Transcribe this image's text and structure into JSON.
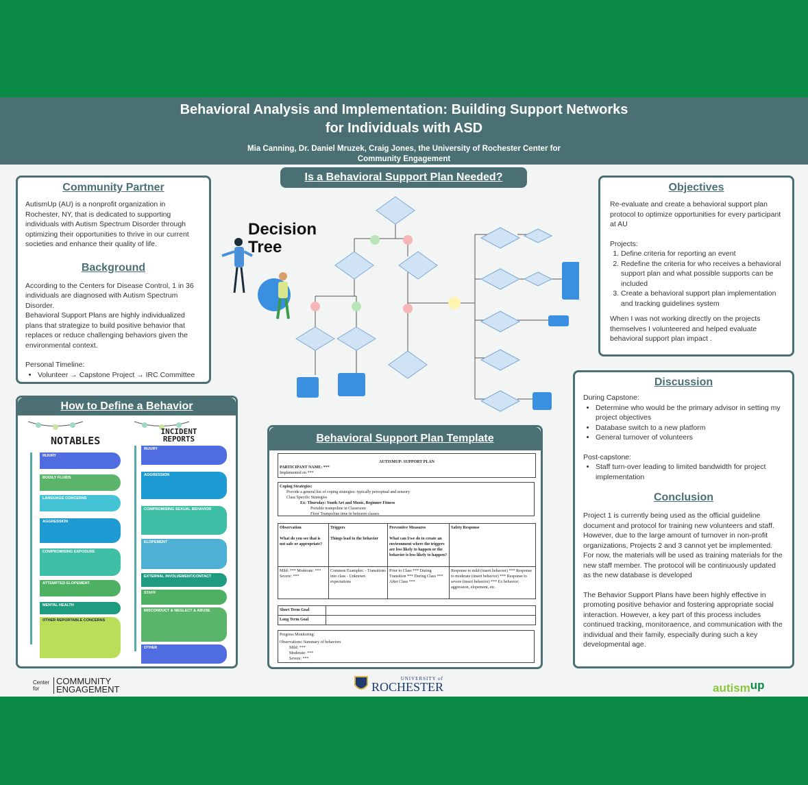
{
  "header": {
    "title_line1": "Behavioral Analysis and Implementation: Building Support Networks",
    "title_line2": "for Individuals with ASD",
    "authors_line1": "Mia Canning, Dr. Daniel Mruzek, Craig Jones, the University of Rochester Center for",
    "authors_line2": "Community Engagement"
  },
  "community": {
    "title": "Community Partner",
    "body": "AutismUp (AU) is a nonprofit organization in Rochester, NY, that is dedicated to supporting individuals with Autism Spectrum Disorder through optimizing their opportunities to thrive in our current societies and enhance their quality of life."
  },
  "background": {
    "title": "Background",
    "p1": "According to the Centers for Disease Control, 1 in 36 individuals are diagnosed with Autism Spectrum Disorder.",
    "p2": "Behavioral Support Plans are highly individualized plans that strategize to build positive behavior that replaces or reduce challenging behaviors given the environmental context.",
    "timeline_label": "Personal Timeline:",
    "timeline_item": "Volunteer → Capstone Project → IRC Committee"
  },
  "decision": {
    "title": "Is a Behavioral Support Plan Needed?",
    "tree_label_1": "Decision",
    "tree_label_2": "Tree"
  },
  "objectives": {
    "title": "Objectives",
    "intro": "Re-evaluate and create a behavioral support plan protocol to optimize opportunities for every participant at AU",
    "projects_label": "Projects:",
    "projects": [
      "Define criteria for reporting an event",
      "Redefine the criteria for  who receives a behavioral support plan and what possible supports can be included",
      "Create a behavioral support plan implementation and tracking guidelines system"
    ],
    "closing": "When I was not working directly on the projects themselves I volunteered and helped evaluate behavioral support plan impact ."
  },
  "define": {
    "title": "How to Define a Behavior",
    "notables_title": "NOTABLES",
    "incident_title": "INCIDENT REPORTS",
    "notables": [
      "INJURY",
      "BODILY FLUIDS",
      "LANGUAGE CONCERNS",
      "AGGRESSION",
      "COMPROMISING EXPOSURE",
      "ATTEMPTED ELOPEMENT",
      "MENTAL HEALTH",
      "OTHER REPORTABLE CONCERNS"
    ],
    "incidents": [
      "INJURY",
      "AGGRESSION",
      "COMPROMISING SEXUAL BEHAVIOR",
      "ELOPEMENT",
      "EXTERNAL INVOLVEMENT/CONTACT",
      "STAFF",
      "MISCONDUCT & NEGLECT & ABUSE",
      "OTHER"
    ]
  },
  "template": {
    "title": "Behavioral Support Plan Template",
    "form_title": "AUTISMUP: SUPPORT PLAN",
    "participant": "PARTICIPANT NAME:  ***",
    "implemented": "Implemented on ***",
    "coping_label": "Coping Strategies:",
    "coping_1": "Provide a general list of coping strategies: typically perceptual and sensory",
    "coping_2": "Class Specific Strategies",
    "coping_3": "Ex: Thursday: Youth Art and Music, Beginner Fitness",
    "coping_4": "Portable trampoline in Classroom",
    "coping_5": "Floor Trampoline time in between classes",
    "col1": "Observation",
    "col2": "Triggers",
    "col3": "Preventive Measures",
    "col4": "Safety Response",
    "q1": "What do you see that is not safe or appropriate?",
    "q2": "Things lead to the behavior",
    "q3": "What can I/we do to create an environment where the triggers are less likely to happen or the behavior is less likely to happen?",
    "a1": "Mild: *** Moderate: *** Severe: ***",
    "a2": "Common Examples: - Transitions into class - Unknown expectations",
    "a3": "Prior to Class *** During Transition *** During Class *** After Class ***",
    "a4": "Response to mild (insert behavior) *** Response to moderate (insert behavior) *** Response to severe (insert behavior) *** Ex behavior: aggression, elopement, etc.",
    "short": "Short Term Goal",
    "long": "Long Term Goal",
    "progress": "Progress Monitoring:",
    "obs": "Observations: Summary of behaviors",
    "obs_mild": "Mild: ***",
    "obs_mod": "Moderate: ***",
    "obs_sev": "Severe: ***"
  },
  "discussion": {
    "title": "Discussion ",
    "during": "During Capstone:",
    "items": [
      "Determine who would be the primary advisor in setting my project objectives",
      "Database switch to a new platform",
      "General turnover of volunteers"
    ],
    "post": "Post-capstone:",
    "post_items": [
      "Staff turn-over leading to limited bandwidth for project implementation"
    ]
  },
  "conclusion": {
    "title": "Conclusion",
    "p1": "Project 1 is currently being used as the official guideline document and protocol for training new volunteers and staff.",
    "p2": "However, due to the large amount of turnover in non-profit organizations, Projects 2 and 3 cannot yet be implemented. For now, the materials will be used as training materials for the new staff member. The protocol will be continuously updated as the new database is developed",
    "p3": "The Behavior Support Plans have been highly effective in promoting positive behavior and fostering appropriate social interaction. However, a key part of this process includes continued tracking, monitoraence, and communication with the individual and their family, especially during such a key developmental age."
  },
  "footer": {
    "cce_small": "Center for",
    "cce_1": "COMMUNITY",
    "cce_2": "ENGAGEMENT",
    "uofr_small": "UNIVERSITY of",
    "uofr": "ROCHESTER",
    "autism": "autism",
    "up": "up"
  },
  "colors": {
    "green": "#0a8a45",
    "teal": "#4a7073",
    "blue": "#3b8fe0"
  }
}
